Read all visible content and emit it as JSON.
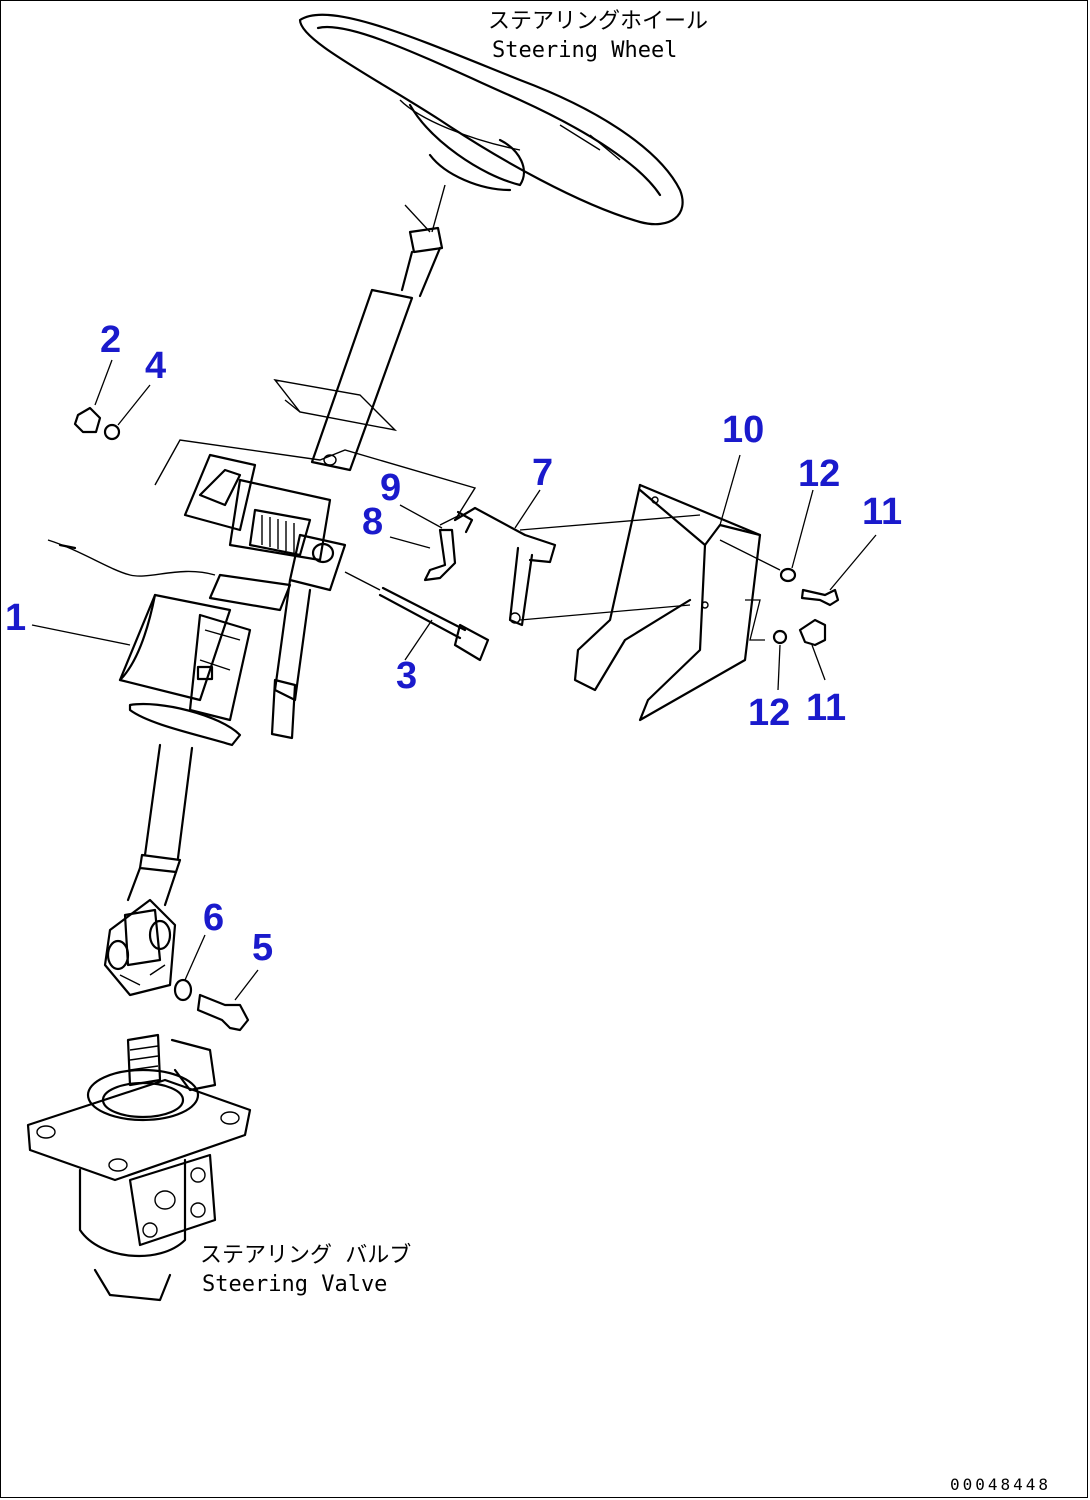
{
  "labels": {
    "wheel_jp": "ステアリングホイール",
    "wheel_en": "Steering Wheel",
    "valve_jp": "ステアリング バルブ",
    "valve_en": "Steering Valve"
  },
  "callouts": {
    "c1": "1",
    "c2": "2",
    "c3": "3",
    "c4": "4",
    "c5": "5",
    "c6": "6",
    "c7": "7",
    "c8": "8",
    "c9": "9",
    "c10": "10",
    "c11a": "11",
    "c11b": "11",
    "c12a": "12",
    "c12b": "12"
  },
  "doc_id": "00048448",
  "colors": {
    "callout": "#1a1acc",
    "line": "#000000"
  }
}
